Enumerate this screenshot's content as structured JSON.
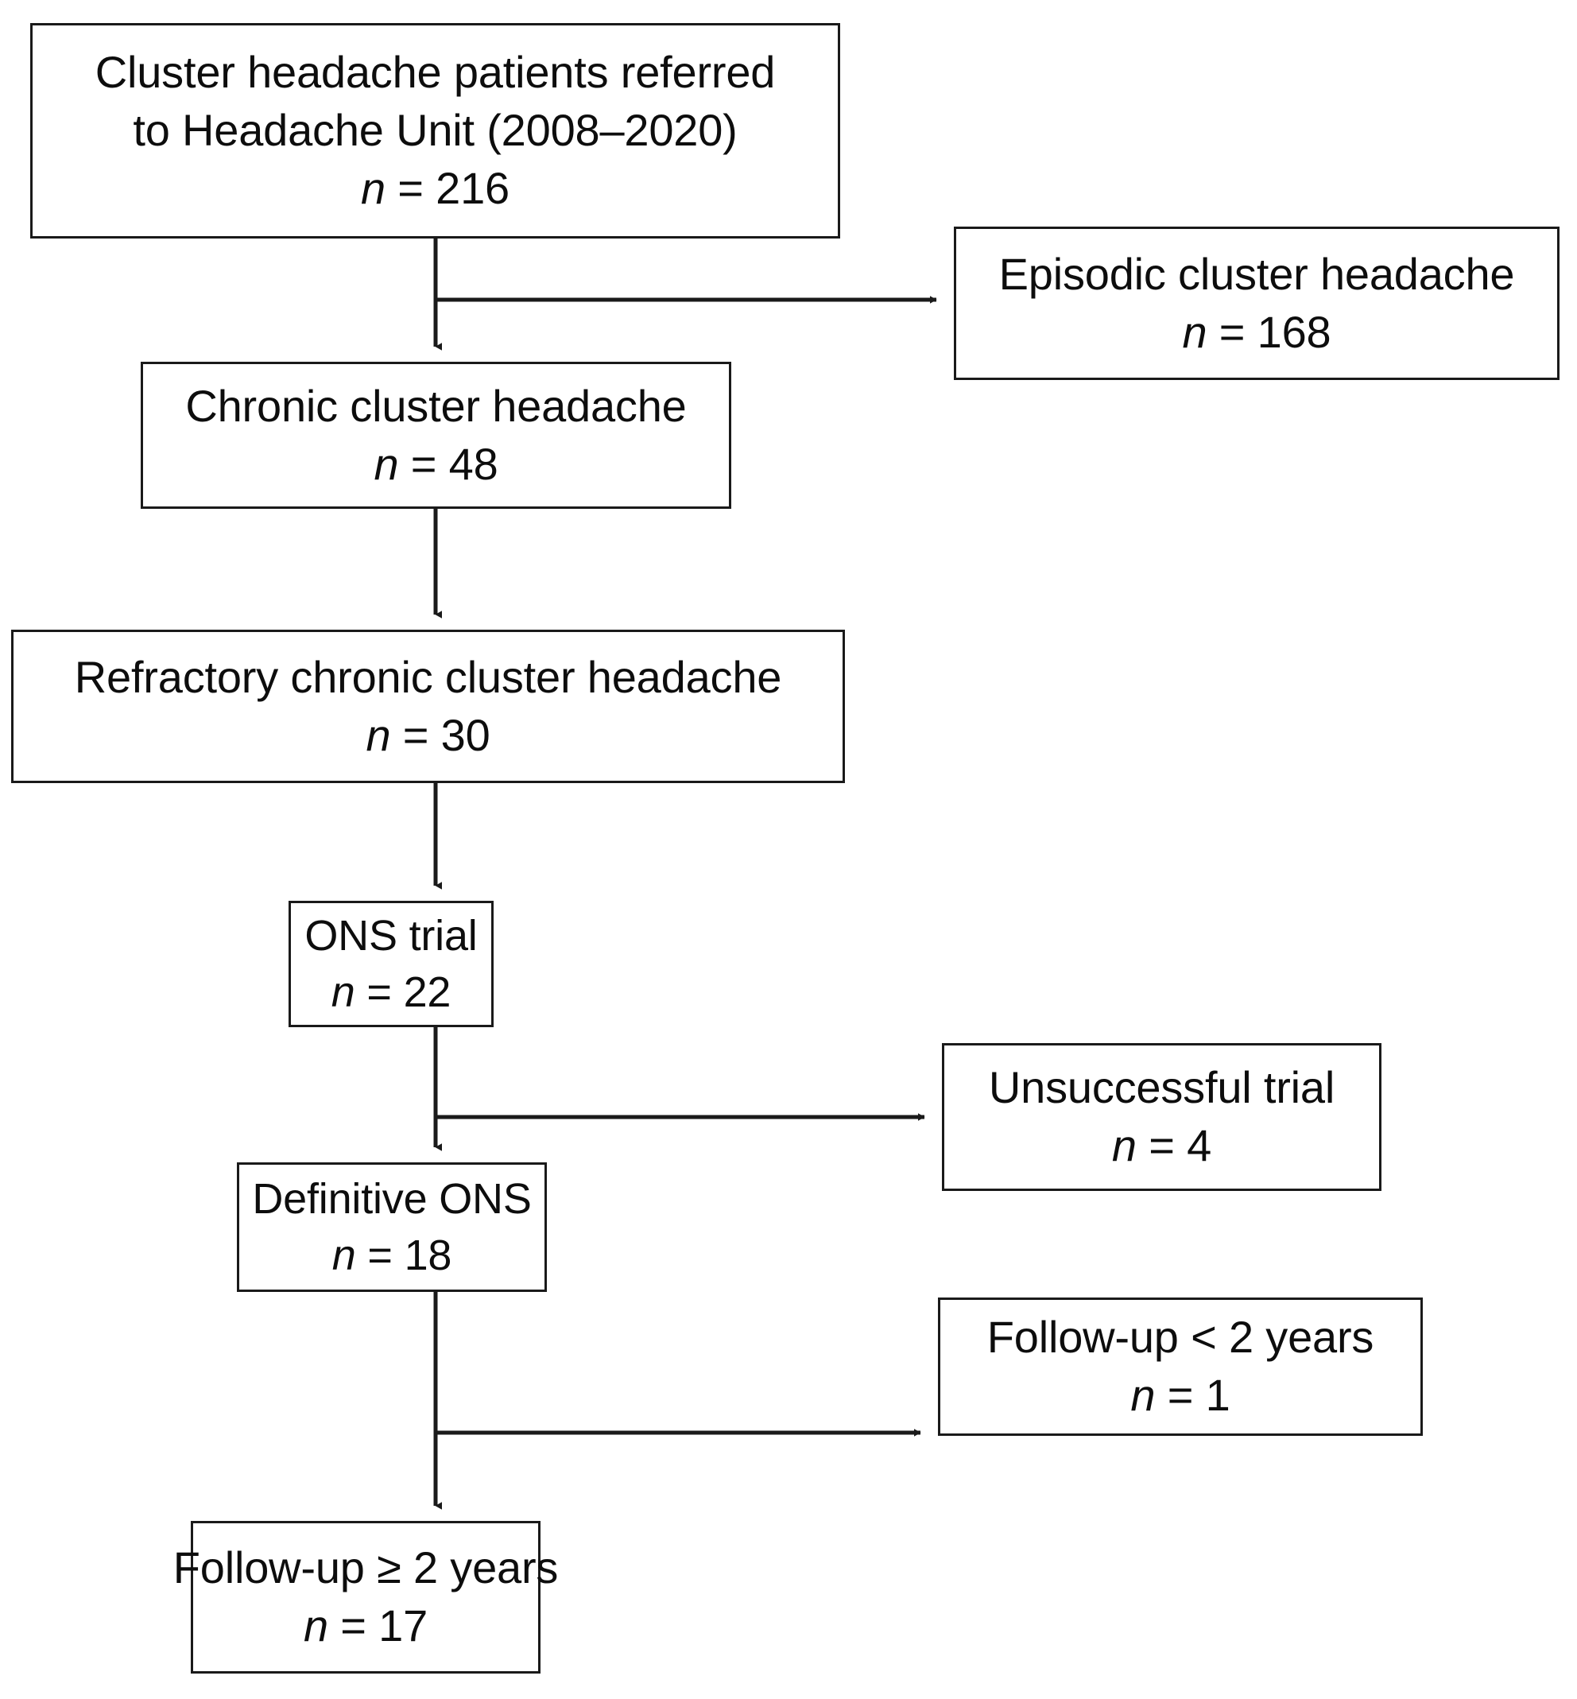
{
  "diagram": {
    "type": "flowchart",
    "title": "Patient selection flow diagram",
    "orientation": "top-to-bottom",
    "stroke_color": "#1a1a1a",
    "background_color": "#ffffff",
    "text_color": "#0d0d0d"
  },
  "nodes": [
    {
      "id": "referred",
      "line1": "Cluster headache patients referred",
      "line2": "to Headache Unit (2008–2020)",
      "count_prefix": "n",
      "count_eq": " = ",
      "count_value": "216",
      "count_text": "n = 216"
    },
    {
      "id": "episodic",
      "line1": "Episodic cluster headache",
      "count_prefix": "n",
      "count_eq": " = ",
      "count_value": "168",
      "count_text": "n = 168"
    },
    {
      "id": "chronic",
      "line1": "Chronic cluster headache",
      "count_prefix": "n",
      "count_eq": " = ",
      "count_value": "48",
      "count_text": "n = 48"
    },
    {
      "id": "refractory",
      "line1": "Refractory chronic cluster headache",
      "count_prefix": "n",
      "count_eq": " = ",
      "count_value": "30",
      "count_text": "n = 30"
    },
    {
      "id": "ons_trial",
      "line1": "ONS trial",
      "count_prefix": "n",
      "count_eq": " = ",
      "count_value": "22",
      "count_text": "n = 22"
    },
    {
      "id": "unsuccessful",
      "line1": "Unsuccessful trial",
      "count_prefix": "n",
      "count_eq": " = ",
      "count_value": "4",
      "count_text": "n = 4"
    },
    {
      "id": "definitive",
      "line1": "Definitive ONS",
      "count_prefix": "n",
      "count_eq": " = ",
      "count_value": "18",
      "count_text": "n = 18"
    },
    {
      "id": "fu_lt",
      "line1": "Follow-up < 2 years",
      "count_prefix": "n",
      "count_eq": " = ",
      "count_value": "1",
      "count_text": "n = 1"
    },
    {
      "id": "fu_ge",
      "line1": "Follow-up ≥ 2 years",
      "count_prefix": "n",
      "count_eq": " = ",
      "count_value": "17",
      "count_text": "n = 17"
    }
  ],
  "edges": [
    {
      "id": "referred-to-chronic",
      "from": "referred",
      "to": "chronic",
      "kind": "vertical-arrow"
    },
    {
      "id": "referred-to-episodic",
      "from": "referred",
      "to": "episodic",
      "kind": "branch-right-arrow"
    },
    {
      "id": "chronic-to-refractory",
      "from": "chronic",
      "to": "refractory",
      "kind": "vertical-arrow"
    },
    {
      "id": "refractory-to-ons-trial",
      "from": "refractory",
      "to": "ons_trial",
      "kind": "vertical-arrow"
    },
    {
      "id": "ons-trial-to-definitive",
      "from": "ons_trial",
      "to": "definitive",
      "kind": "vertical-arrow"
    },
    {
      "id": "ons-trial-to-unsuccessful",
      "from": "ons_trial",
      "to": "unsuccessful",
      "kind": "branch-right-arrow"
    },
    {
      "id": "definitive-to-fu-ge",
      "from": "definitive",
      "to": "fu_ge",
      "kind": "vertical-arrow"
    },
    {
      "id": "definitive-to-fu-lt",
      "from": "definitive",
      "to": "fu_lt",
      "kind": "branch-right-arrow"
    }
  ]
}
